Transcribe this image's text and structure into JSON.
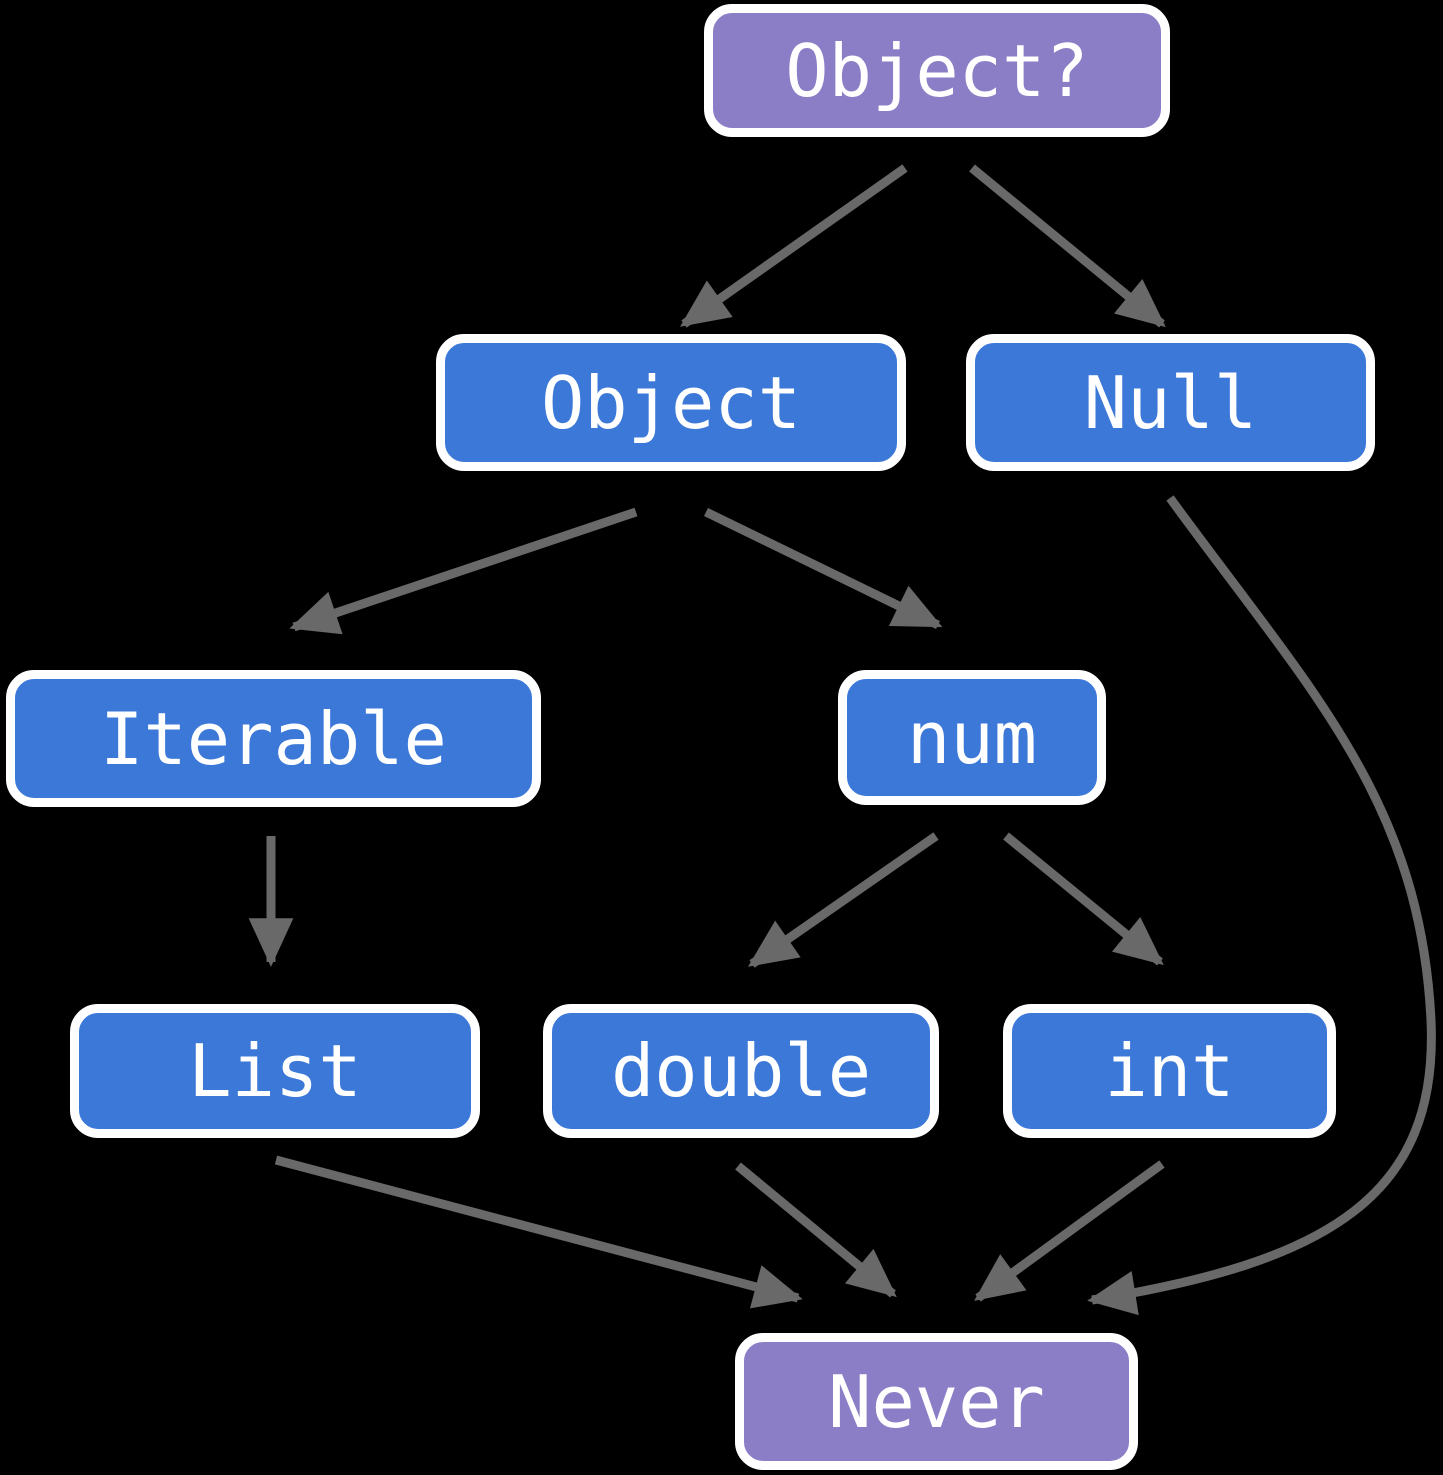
{
  "colors": {
    "background": "#000000",
    "arrow": "#696969",
    "node_border": "#ffffff",
    "node_text": "#ffffff",
    "special": "#8b7ec6",
    "type": "#3b78d8"
  },
  "nodes": {
    "object_nullable": {
      "label": "Object?",
      "kind": "special"
    },
    "object": {
      "label": "Object",
      "kind": "type"
    },
    "null": {
      "label": "Null",
      "kind": "type"
    },
    "iterable": {
      "label": "Iterable",
      "kind": "type"
    },
    "num": {
      "label": "num",
      "kind": "type"
    },
    "list": {
      "label": "List",
      "kind": "type"
    },
    "double": {
      "label": "double",
      "kind": "type"
    },
    "int": {
      "label": "int",
      "kind": "type"
    },
    "never": {
      "label": "Never",
      "kind": "special"
    }
  },
  "edges": [
    {
      "from": "Object?",
      "to": "Object"
    },
    {
      "from": "Object?",
      "to": "Null"
    },
    {
      "from": "Object",
      "to": "Iterable"
    },
    {
      "from": "Object",
      "to": "num"
    },
    {
      "from": "Iterable",
      "to": "List"
    },
    {
      "from": "num",
      "to": "double"
    },
    {
      "from": "num",
      "to": "int"
    },
    {
      "from": "List",
      "to": "Never"
    },
    {
      "from": "double",
      "to": "Never"
    },
    {
      "from": "int",
      "to": "Never"
    },
    {
      "from": "Null",
      "to": "Never"
    }
  ]
}
